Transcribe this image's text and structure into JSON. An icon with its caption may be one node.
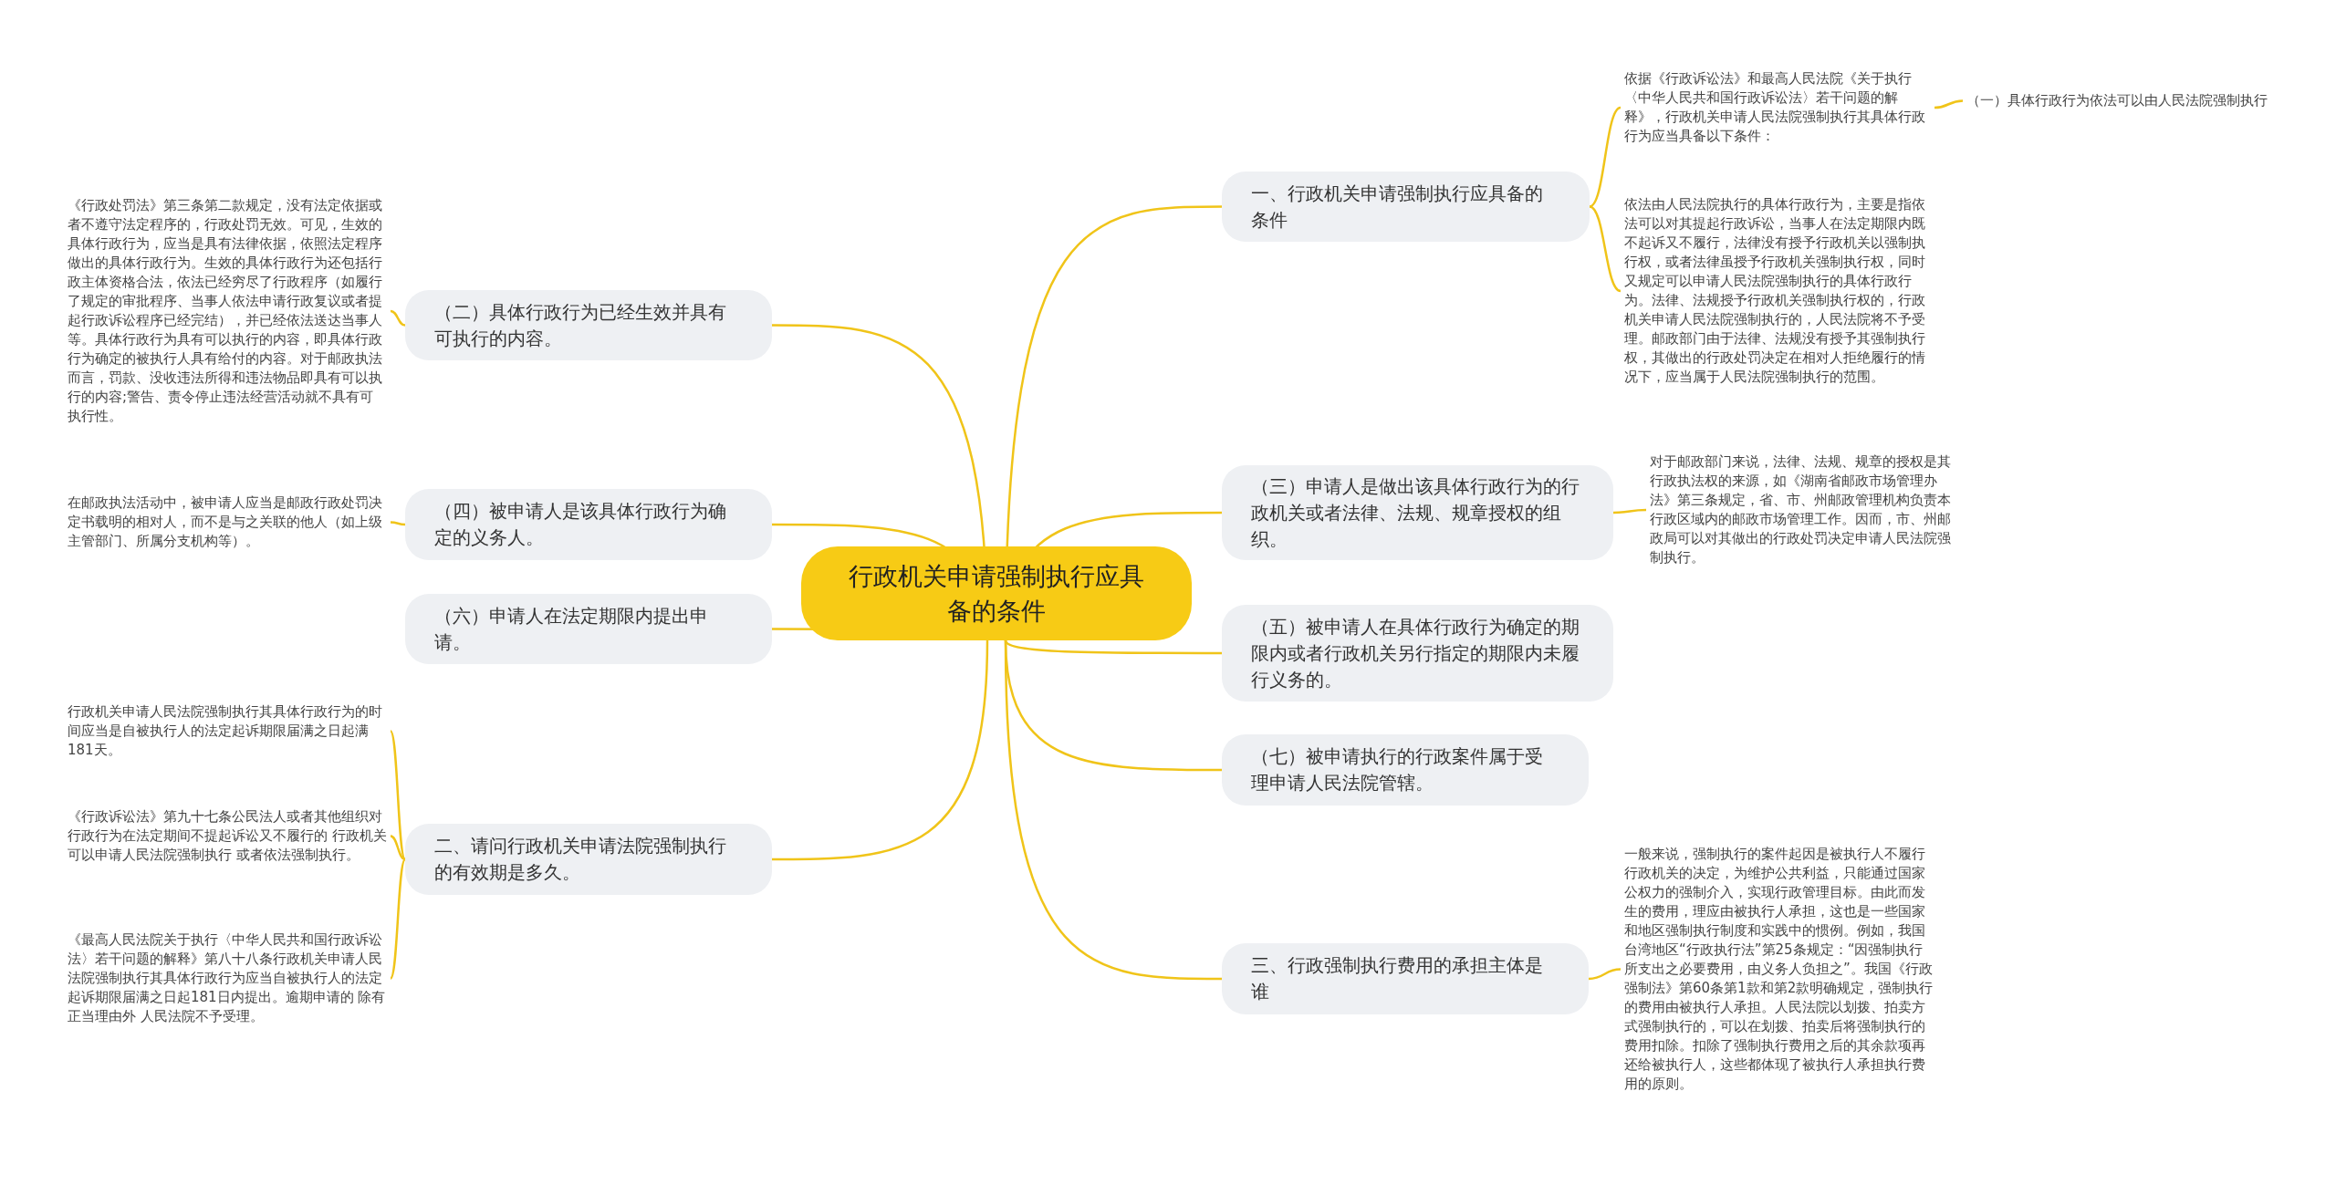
{
  "diagram": {
    "nodes": [
      {
        "text": [
          "行政机关申请强制执行应具备的条件"
        ]
      },
      {
        "text": [
          "一、行政机关申请强制执行应具备的条件"
        ]
      },
      {
        "text": [
          "依据《行政诉讼法》和最高人民法院《关于执行〈中华人民共和国行政诉讼法〉若干问题的解释》，行政机关申请人民法院强制执行其具体行政行为应当具备以下条件："
        ]
      },
      {
        "text": [
          "（一）具体行政行为依法可以由人民法院强制执行"
        ]
      },
      {
        "text": [
          "依法由人民法院执行的具体行政行为，主要是指依法可以对其提起行政诉讼，当事人在法定期限内既不起诉又不履行，法律没有授予行政机关以强制执行权，或者法律虽授予行政机关强制执行权，同时又规定可以申请人民法院强制执行的具体行政行为。法律、法规授予行政机关强制执行权的，行政机关申请人民法院强制执行的，人民法院将不予受理。邮政部门由于法律、法规没有授予其强制执行权，其做出的行政处罚决定在相对人拒绝履行的情况下，应当属于人民法院强制执行的范围。"
        ]
      },
      {
        "text": [
          "（三）申请人是做出该具体行政行为的行政机关或者法律、法规、规章授权的组织。"
        ]
      },
      {
        "text": [
          "对于邮政部门来说，法律、法规、规章的授权是其行政执法权的来源，如《湖南省邮政市场管理办法》第三条规定，省、市、州邮政管理机构负责本行政区域内的邮政市场管理工作。因而，市、州邮政局可以对其做出的行政处罚决定申请人民法院强制执行。"
        ]
      },
      {
        "text": [
          "（五）被申请人在具体行政行为确定的期限内或者行政机关另行指定的期限内未履行义务的。"
        ]
      },
      {
        "text": [
          "（七）被申请执行的行政案件属于受理申请人民法院管辖。"
        ]
      },
      {
        "text": [
          "三、行政强制执行费用的承担主体是谁"
        ]
      },
      {
        "text": [
          "一般来说，强制执行的案件起因是被执行人不履行行政机关的决定，为维护公共利益，只能通过国家公权力的强制介入，实现行政管理目标。由此而发生的费用，理应由被执行人承担，这也是一些国家和地区强制执行制度和实践中的惯例。例如，我国台湾地区“行政执行法”第25条规定：“因强制执行所支出之必要费用，由义务人负担之”。我国《行政强制法》第60条第1款和第2款明确规定，强制执行的费用由被执行人承担。人民法院以划拨、拍卖方式强制执行的，可以在划拨、拍卖后将强制执行的费用扣除。扣除了强制执行费用之后的其余款项再还给被执行人，这些都体现了被执行人承担执行费用的原则。"
        ]
      },
      {
        "text": [
          "（二）具体行政行为已经生效并具有可执行的内容。"
        ]
      },
      {
        "text": [
          "《行政处罚法》第三条第二款规定，没有法定依据或者不遵守法定程序的，行政处罚无效。可见，生效的具体行政行为，应当是具有法律依据，依照法定程序做出的具体行政行为。生效的具体行政行为还包括行政主体资格合法，依法已经穷尽了行政程序（如履行了规定的审批程序、当事人依法申请行政复议或者提起行政诉讼程序已经完结），并已经依法送达当事人等。具体行政行为具有可以执行的内容，即具体行政行为确定的被执行人具有给付的内容。对于邮政执法而言，罚款、没收违法所得和违法物品即具有可以执行的内容;警告、责令停止违法经营活动就不具有可执行性。"
        ]
      },
      {
        "text": [
          "（四）被申请人是该具体行政行为确定的义务人。"
        ]
      },
      {
        "text": [
          "在邮政执法活动中，被申请人应当是邮政行政处罚决定书载明的相对人，而不是与之关联的他人（如上级主管部门、所属分支机构等）。"
        ]
      },
      {
        "text": [
          "（六）申请人在法定期限内提出申请。"
        ]
      },
      {
        "text": [
          "二、请问行政机关申请法院强制执行的有效期是多久。"
        ]
      },
      {
        "text": [
          "行政机关申请人民法院强制执行其具体行政行为的时间应当是自被执行人的法定起诉期限届满之日起满181天。"
        ]
      },
      {
        "text": [
          "《行政诉讼法》第九十七条公民法人或者其他组织对行政行为在法定期间不提起诉讼又不履行的 行政机关可以申请人民法院强制执行 或者依法强制执行。"
        ]
      },
      {
        "text": [
          "《最高人民法院关于执行〈中华人民共和国行政诉讼法〉若干问题的解释》第八十八条行政机关申请人民法院强制执行其具体行政行为应当自被执行人的法定起诉期限届满之日起181日内提出。逾期申请的 除有正当理由外 人民法院不予受理。"
        ]
      }
    ],
    "edges": [
      {
        "from": 0,
        "to": 1,
        "arrow": "none"
      },
      {
        "from": 1,
        "to": 2,
        "arrow": "none"
      },
      {
        "from": 2,
        "to": 3,
        "arrow": "none"
      },
      {
        "from": 1,
        "to": 4,
        "arrow": "none"
      },
      {
        "from": 0,
        "to": 5,
        "arrow": "none"
      },
      {
        "from": 5,
        "to": 6,
        "arrow": "none"
      },
      {
        "from": 0,
        "to": 7,
        "arrow": "none"
      },
      {
        "from": 0,
        "to": 8,
        "arrow": "none"
      },
      {
        "from": 0,
        "to": 9,
        "arrow": "none"
      },
      {
        "from": 9,
        "to": 10,
        "arrow": "none"
      },
      {
        "from": 0,
        "to": 11,
        "arrow": "none"
      },
      {
        "from": 11,
        "to": 12,
        "arrow": "none"
      },
      {
        "from": 0,
        "to": 13,
        "arrow": "none"
      },
      {
        "from": 13,
        "to": 14,
        "arrow": "none"
      },
      {
        "from": 0,
        "to": 15,
        "arrow": "none"
      },
      {
        "from": 0,
        "to": 16,
        "arrow": "none"
      },
      {
        "from": 16,
        "to": 17,
        "arrow": "none"
      },
      {
        "from": 16,
        "to": 18,
        "arrow": "none"
      },
      {
        "from": 16,
        "to": 19,
        "arrow": "none"
      }
    ]
  }
}
